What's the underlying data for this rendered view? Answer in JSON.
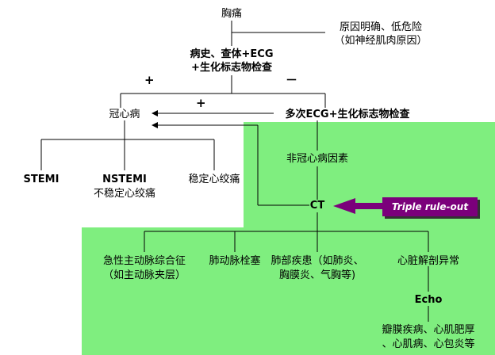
{
  "colors": {
    "green_zone": "#7fee7f",
    "triple_box": "#7b007b",
    "arrow": "#7b007b"
  },
  "nodes": {
    "chest_pain": "胸痛",
    "low_risk": [
      "原因明确、低危险",
      "（如神经肌肉原因）"
    ],
    "history": [
      "病史、查体+ECG",
      "+生化标志物检查"
    ],
    "plus_left": "+",
    "minus_right": "－",
    "plus_mid": "+",
    "cad": "冠心病",
    "repeat_ecg": "多次ECG+生化标志物检查",
    "stemi": "STEMI",
    "nstemi": "NSTEMI",
    "unstable_angina": "不稳定心绞痛",
    "stable_angina": "稳定心绞痛",
    "non_cad_factors": "非冠心病因素",
    "ct": "CT",
    "triple_rule_out": "Triple rule-out",
    "aortic": [
      "急性主动脉综合征",
      "（如主动脉夹层）"
    ],
    "pe": "肺动脉栓塞",
    "lung": [
      "肺部疾患（如肺炎、",
      "胸膜炎、气胸等)"
    ],
    "cardiac_anatomy": "心脏解剖异常",
    "echo": "Echo",
    "echo_result": [
      "瓣膜疾病、心肌肥厚",
      "、心肌病、心包炎等"
    ]
  }
}
